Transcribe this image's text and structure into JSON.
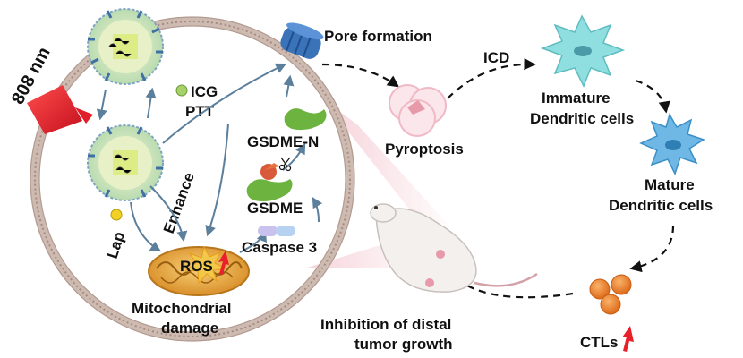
{
  "labels": {
    "laser": "808 nm",
    "icg": "ICG",
    "ptt": "PTT",
    "enhance": "Enhance",
    "lap": "Lap",
    "ros": "ROS",
    "mito_line1": "Mitochondrial",
    "mito_line2": "damage",
    "caspase": "Caspase 3",
    "gsdme": "GSDME",
    "gsdme_n": "GSDME-N",
    "pore": "Pore formation",
    "pyroptosis": "Pyroptosis",
    "icd": "ICD",
    "immature_line1": "Immature",
    "immature_line2": "Dendritic cells",
    "mature_line1": "Mature",
    "mature_line2": "Dendritic cells",
    "ctls": "CTLs",
    "inhibition_line1": "Inhibition of distal",
    "inhibition_line2": "tumor growth"
  },
  "colors": {
    "membrane": "#b39a90",
    "membrane_inner": "#cdbab1",
    "nano_shell": "#cfe6c4",
    "nano_core": "#e8d35a",
    "nano_spikes": "#4c78a8",
    "arrow_blue": "#5c7f9c",
    "laser_red": "#e01e2a",
    "pore_blue": "#3b73b9",
    "gsdme_green": "#6db33f",
    "gsdme_red": "#d95a3b",
    "caspase_purple": "#9b8fd6",
    "caspase_blue": "#b7d2f0",
    "mito_orange": "#e8a93d",
    "ros_star": "#f2c84b",
    "up_red": "#e8202a",
    "pyro_pink": "#f0b9c5",
    "immature_dc": "#8fdfe0",
    "mature_dc": "#6fb8e6",
    "ctl_orange": "#f08a32",
    "mouse_body": "#f3f0ee",
    "tumor_pink": "#e79aa9"
  },
  "icons": {
    "laser": "laser-beam-icon",
    "scissors": "scissors-icon",
    "up_arrow": "up-arrow-icon",
    "mouse": "mouse-icon"
  }
}
